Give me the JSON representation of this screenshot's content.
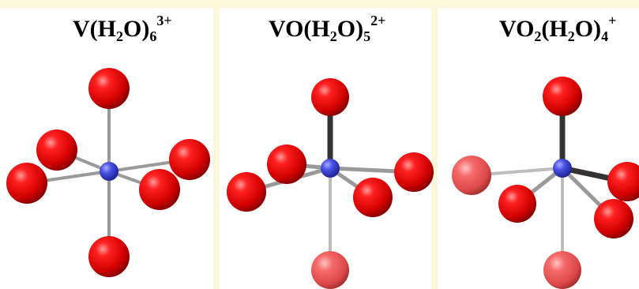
{
  "colors": {
    "background": "#fdf7dc",
    "panel": "#ffffff",
    "vanadium": "#4a50e6",
    "oxygen": "#ee0000",
    "oxygen_light": "#f06060",
    "bond_gray": "#9a9a9a",
    "bond_dark": "#333333"
  },
  "structures": [
    {
      "formula": {
        "prefix": "V(H",
        "sub1": "2",
        "mid": "O)",
        "sub2": "6",
        "sup": "3+"
      }
    },
    {
      "formula": {
        "prefix": "VO(H",
        "sub1": "2",
        "mid": "O)",
        "sub2": "5",
        "sup": "2+"
      }
    },
    {
      "formula": {
        "prefix": "VO",
        "sub1": "2",
        "mid": "(H",
        "sub2": "2",
        "mid2": "O)",
        "sub3": "4",
        "sup": "+"
      }
    }
  ]
}
